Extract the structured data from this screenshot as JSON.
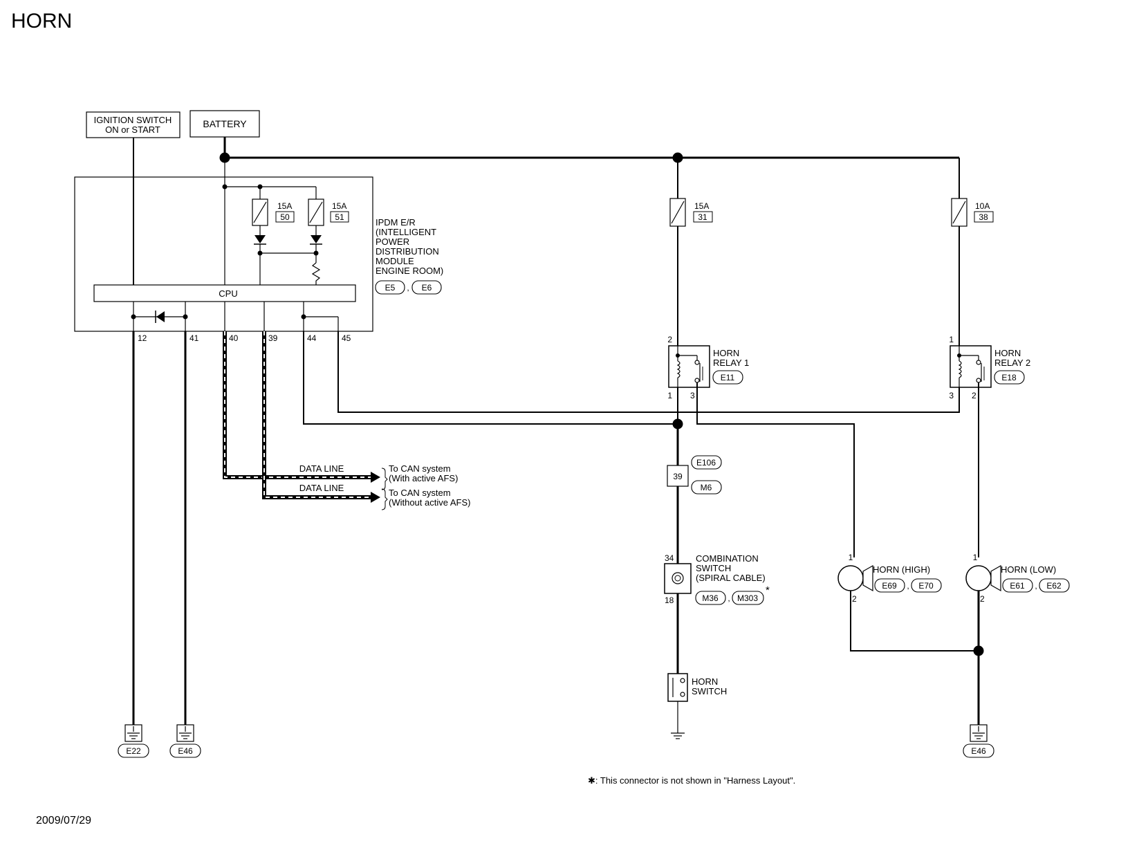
{
  "title": "HORN",
  "date": "2009/07/29",
  "footnote": "✱: This connector is not shown in \"Harness Layout\".",
  "sources": {
    "ignition_line1": "IGNITION SWITCH",
    "ignition_line2": "ON or START",
    "battery": "BATTERY"
  },
  "ipdm": {
    "label_lines": [
      "IPDM E/R",
      "(INTELLIGENT",
      " POWER",
      " DISTRIBUTION",
      " MODULE",
      " ENGINE ROOM)"
    ],
    "connectors": [
      "E5",
      "E6"
    ],
    "cpu": "CPU",
    "fuse_a_amp": "15A",
    "fuse_a_num": "50",
    "fuse_b_amp": "15A",
    "fuse_b_num": "51",
    "terminals": [
      "12",
      "41",
      "40",
      "39",
      "44",
      "45"
    ]
  },
  "fuses": {
    "f31_amp": "15A",
    "f31_num": "31",
    "f38_amp": "10A",
    "f38_num": "38"
  },
  "relay1": {
    "line1": "HORN",
    "line2": "RELAY 1",
    "connector": "E11",
    "pin_top": "2",
    "pin_bl": "1",
    "pin_br": "3"
  },
  "relay2": {
    "line1": "HORN",
    "line2": "RELAY 2",
    "connector": "E18",
    "pin_top": "1",
    "pin_bl": "3",
    "pin_br": "2"
  },
  "data_lines": {
    "line1_label": "DATA LINE",
    "line1_dest1": "To CAN system",
    "line1_dest2": "(With active AFS)",
    "line2_label": "DATA LINE",
    "line2_dest1": "To CAN system",
    "line2_dest2": "(Without active AFS)"
  },
  "joint": {
    "pin": "39",
    "connector_a": "E106",
    "connector_b": "M6"
  },
  "combination_switch": {
    "line1": "COMBINATION",
    "line2": "SWITCH",
    "line3": "(SPIRAL CABLE)",
    "connector_a": "M36",
    "connector_b": "M303",
    "pin_top": "34",
    "pin_bottom": "18"
  },
  "horn_switch": {
    "line1": "HORN",
    "line2": "SWITCH"
  },
  "horn_high": {
    "label": "HORN (HIGH)",
    "connector_a": "E69",
    "connector_b": "E70",
    "pin_top": "1",
    "pin_bottom": "2"
  },
  "horn_low": {
    "label": "HORN (LOW)",
    "connector_a": "E61",
    "connector_b": "E62",
    "pin_top": "1",
    "pin_bottom": "2"
  },
  "grounds": [
    "E22",
    "E46",
    "E46"
  ],
  "colors": {
    "wire": "#000000",
    "background": "#ffffff"
  }
}
